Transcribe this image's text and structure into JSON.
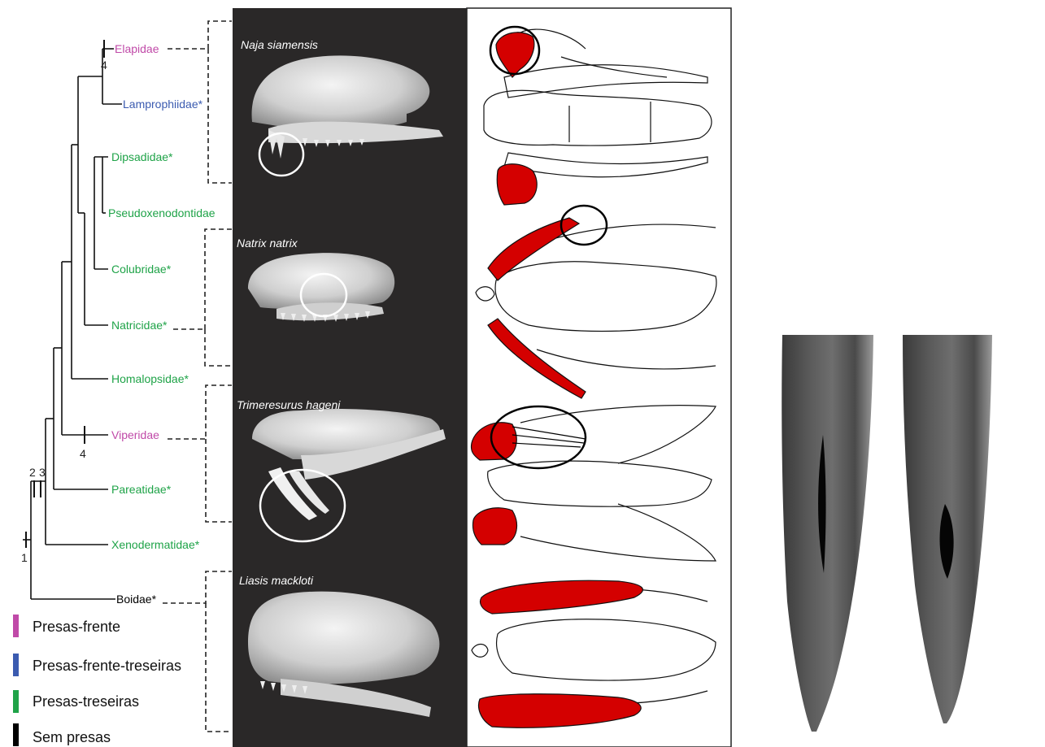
{
  "colors": {
    "front_fanged": "#c04aa8",
    "front_rear_fanged": "#3b5bb0",
    "rear_fanged": "#1fa348",
    "fangless": "#000000",
    "fang_highlight": "#d40000",
    "photo_panel": "#2a2828"
  },
  "taxa": [
    {
      "label": "Elapidae",
      "category": "front_fanged"
    },
    {
      "label": "Lamprophiidae*",
      "category": "front_rear_fanged"
    },
    {
      "label": "Dipsadidae*",
      "category": "rear_fanged"
    },
    {
      "label": "Pseudoxenodontidae",
      "category": "rear_fanged"
    },
    {
      "label": "Colubridae*",
      "category": "rear_fanged"
    },
    {
      "label": "Natricidae*",
      "category": "rear_fanged"
    },
    {
      "label": "Homalopsidae*",
      "category": "rear_fanged"
    },
    {
      "label": "Viperidae",
      "category": "front_fanged"
    },
    {
      "label": "Pareatidae*",
      "category": "rear_fanged"
    },
    {
      "label": "Xenodermatidae*",
      "category": "rear_fanged"
    },
    {
      "label": "Boidae*",
      "category": "fangless"
    }
  ],
  "node_labels": [
    "4",
    "4",
    "2",
    "3",
    "1"
  ],
  "species": [
    "Naja siamensis",
    "Natrix natrix",
    "Trimeresurus hageni",
    "Liasis mackloti"
  ],
  "legend": [
    {
      "label": "Presas-frente",
      "category": "front_fanged"
    },
    {
      "label": "Presas-frente-treseiras",
      "category": "front_rear_fanged"
    },
    {
      "label": "Presas-treseiras",
      "category": "rear_fanged"
    },
    {
      "label": "Sem presas",
      "category": "fangless"
    }
  ],
  "photos": [
    "fang-tip-groove",
    "fang-tip-orifice"
  ]
}
